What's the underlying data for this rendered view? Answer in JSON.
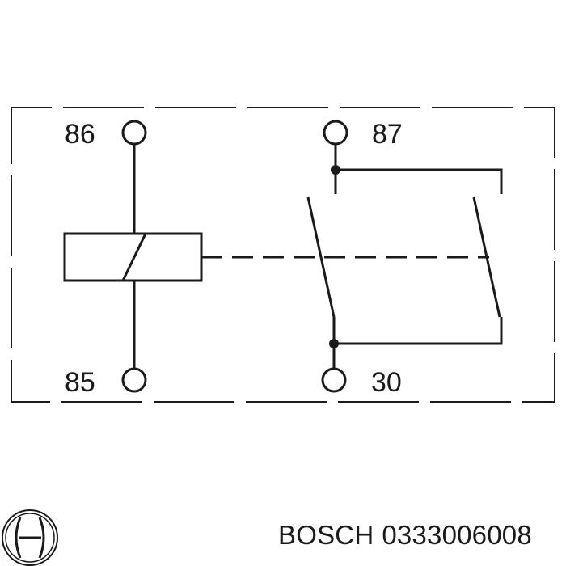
{
  "pins": {
    "p86": "86",
    "p87": "87",
    "p85": "85",
    "p30": "30"
  },
  "footer": {
    "brand": "BOSCH",
    "part_number": "0333006008"
  },
  "colors": {
    "line": "#1a1a1a",
    "background": "#ffffff"
  },
  "icons": {
    "logo": "bosch-armature-logo-icon"
  }
}
